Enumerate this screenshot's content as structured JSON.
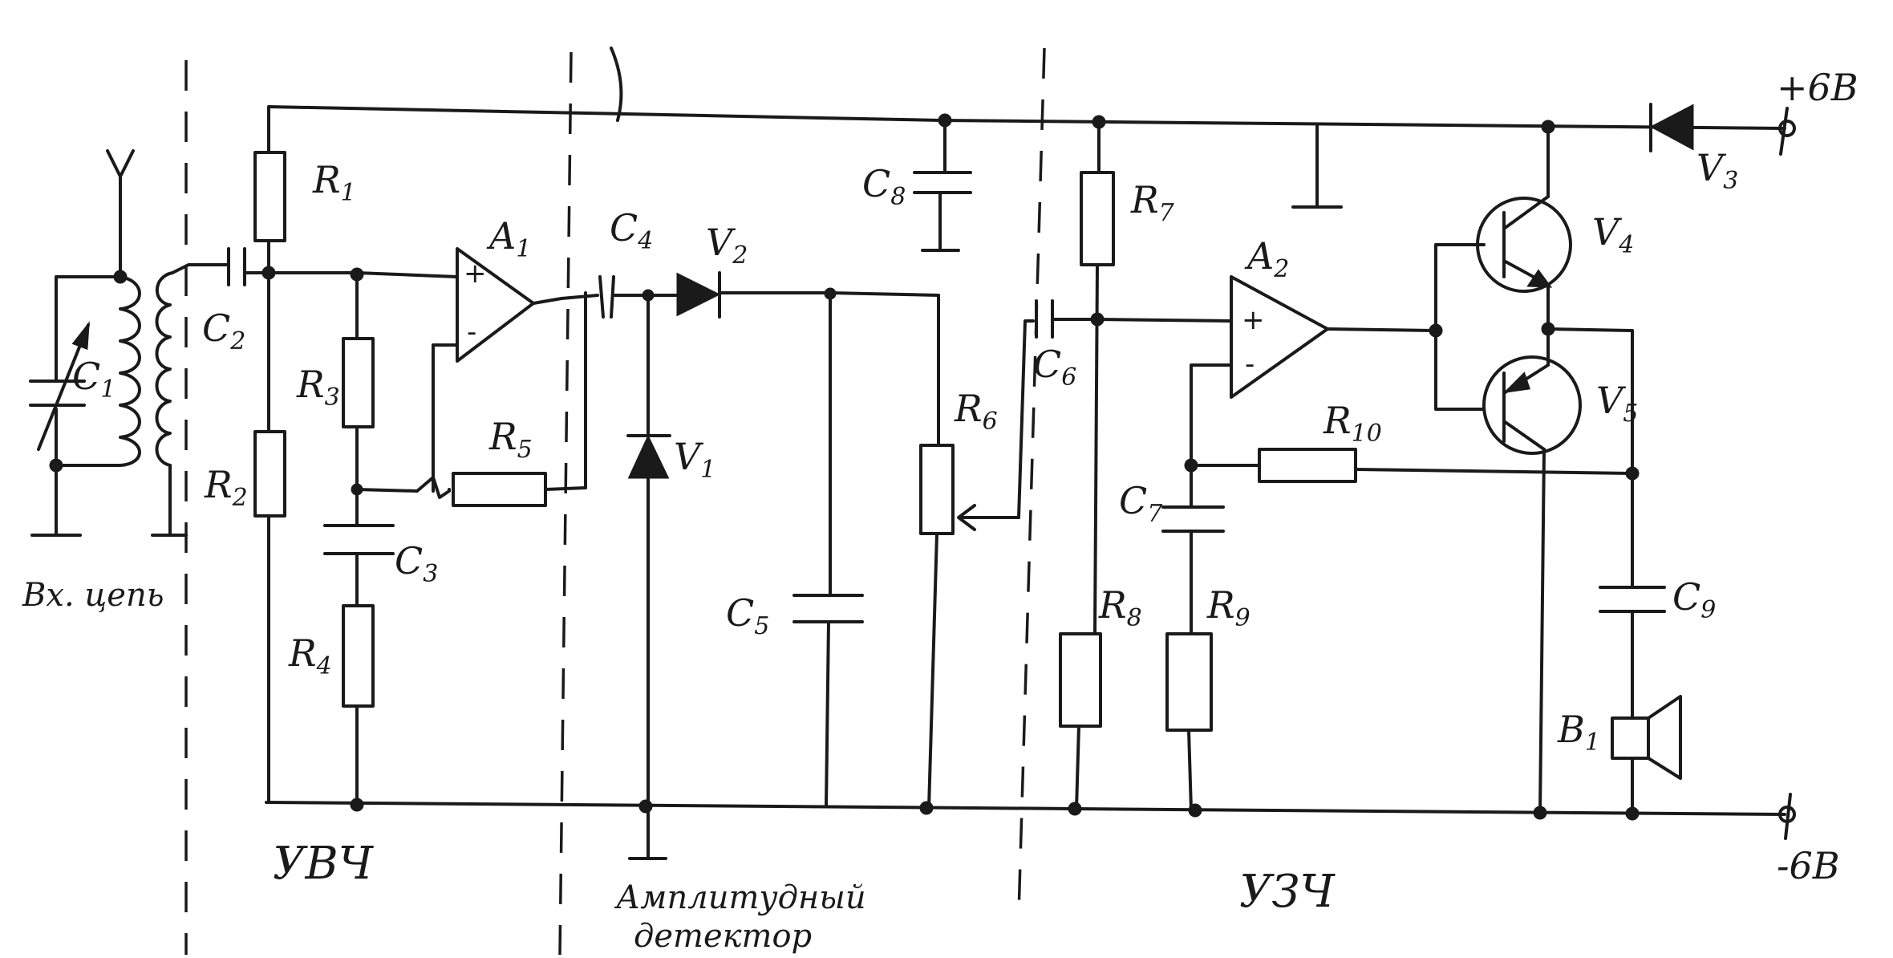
{
  "sections": {
    "input_circuit": "Вх. цепь",
    "rf_amplifier": "УВЧ",
    "detector_line1": "Амплитудный",
    "detector_line2": "детектор",
    "audio_amplifier": "УЗЧ"
  },
  "power": {
    "positive": "+6В",
    "negative": "-6В"
  },
  "components": {
    "C1": [
      "C",
      "1"
    ],
    "C2": [
      "C",
      "2"
    ],
    "C3": [
      "C",
      "3"
    ],
    "C4": [
      "C",
      "4"
    ],
    "C5": [
      "C",
      "5"
    ],
    "C6": [
      "C",
      "6"
    ],
    "C7": [
      "C",
      "7"
    ],
    "C8": [
      "C",
      "8"
    ],
    "C9": [
      "C",
      "9"
    ],
    "R1": [
      "R",
      "1"
    ],
    "R2": [
      "R",
      "2"
    ],
    "R3": [
      "R",
      "3"
    ],
    "R4": [
      "R",
      "4"
    ],
    "R5": [
      "R",
      "5"
    ],
    "R6": [
      "R",
      "6"
    ],
    "R7": [
      "R",
      "7"
    ],
    "R8": [
      "R",
      "8"
    ],
    "R9": [
      "R",
      "9"
    ],
    "R10": [
      "R",
      "10"
    ],
    "A1": [
      "A",
      "1"
    ],
    "A2": [
      "A",
      "2"
    ],
    "V1": [
      "V",
      "1"
    ],
    "V2": [
      "V",
      "2"
    ],
    "V3": [
      "V",
      "3"
    ],
    "V4": [
      "V",
      "4"
    ],
    "V5": [
      "V",
      "5"
    ],
    "B1": [
      "B",
      "1"
    ]
  },
  "opamp_inputs": {
    "plus": "+",
    "minus": "-"
  }
}
